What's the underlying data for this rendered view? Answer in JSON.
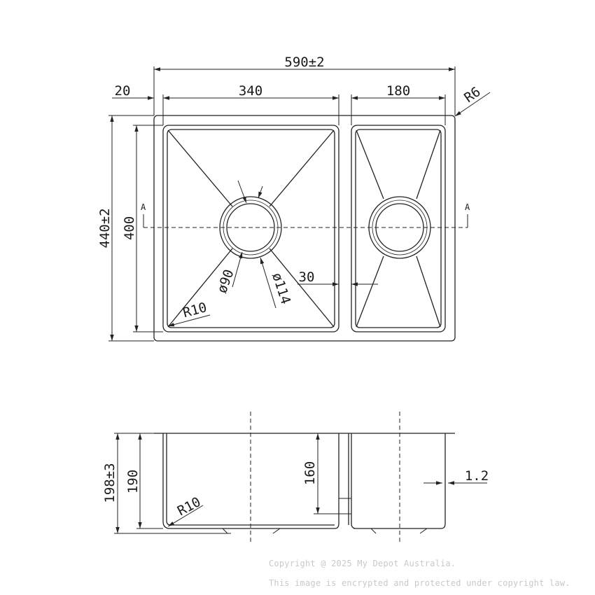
{
  "top_view": {
    "overall_width": "590±2",
    "flange": "20",
    "main_bowl_width": "340",
    "small_bowl_width": "180",
    "corner_radius_outer": "R6",
    "overall_depth": "440±2",
    "bowl_length": "400",
    "section_marker": "A",
    "waste_inner": "ø90",
    "waste_outer": "ø114",
    "divider_gap": "30",
    "corner_radius_inner": "R10"
  },
  "side_view": {
    "overall_height": "198±3",
    "bowl_depth": "190",
    "small_bowl_depth": "160",
    "thickness": "1.2",
    "corner_radius": "R10"
  },
  "watermark": {
    "line1": "Copyright @ 2025 My Depot Australia.",
    "line2": "This image is encrypted and protected under copyright law."
  }
}
